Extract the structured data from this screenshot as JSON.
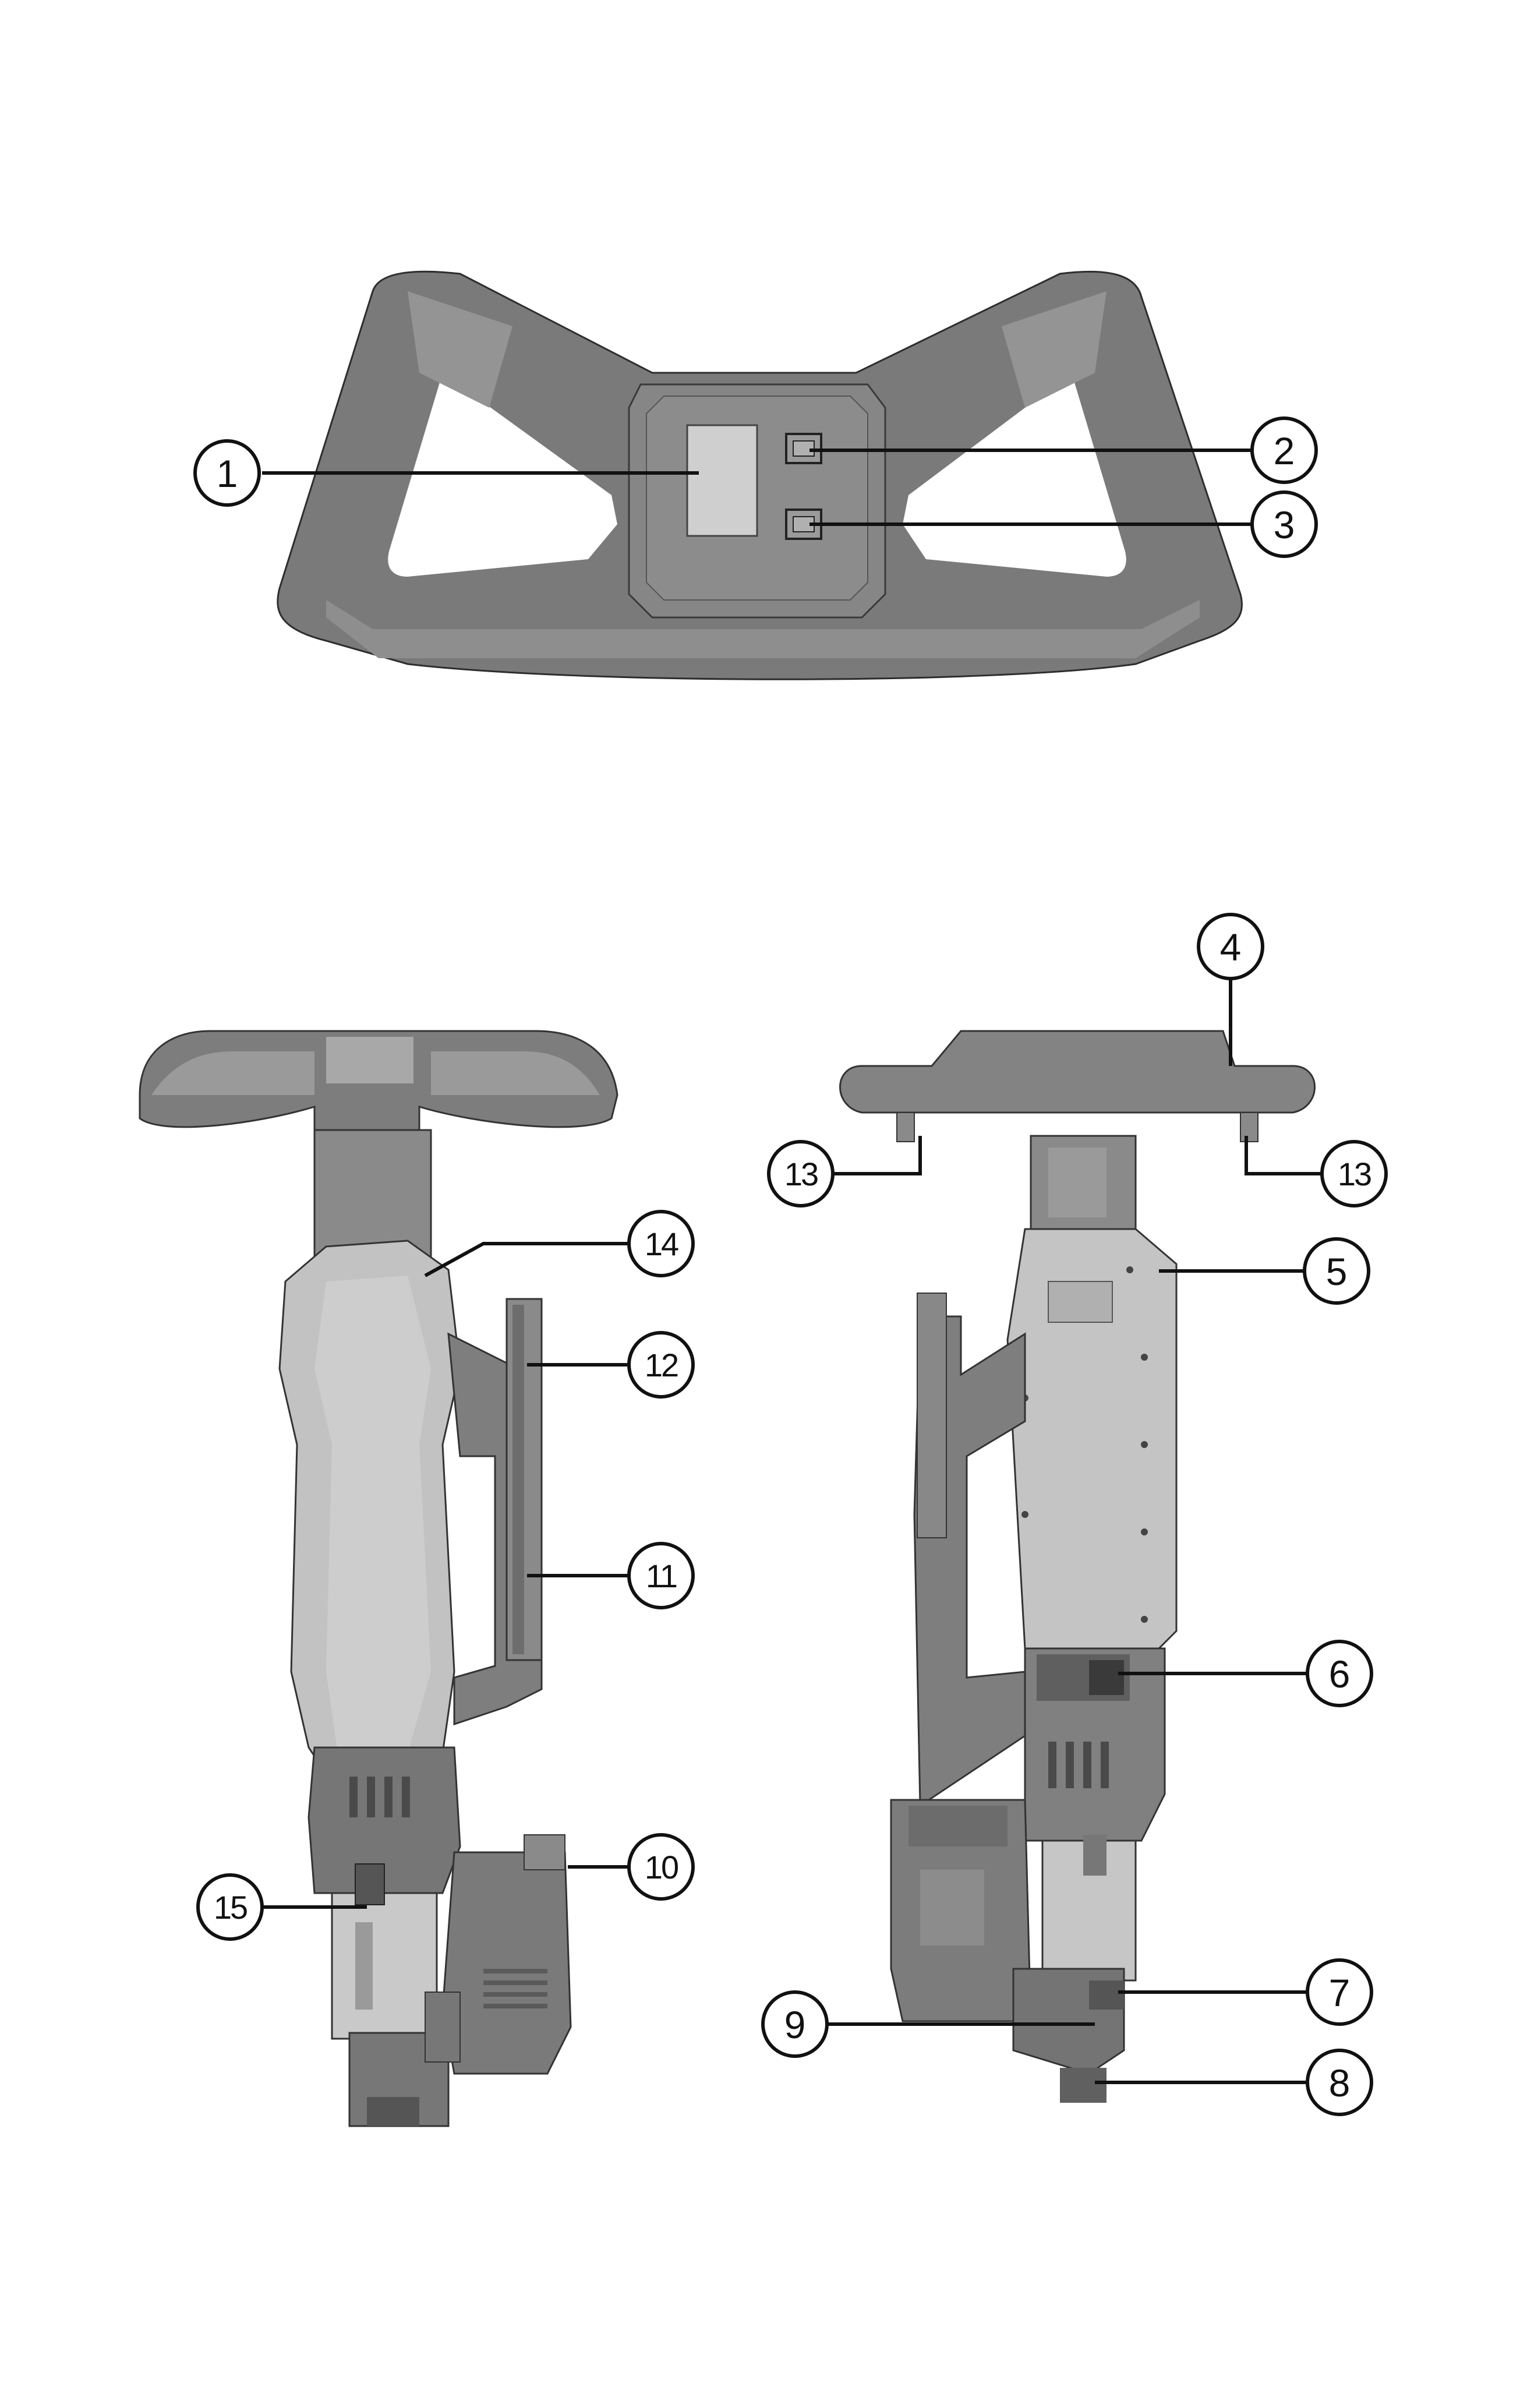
{
  "figure": {
    "views": [
      "top-view-handle",
      "front-view-tool",
      "side-view-tool"
    ]
  },
  "colors": {
    "line": "#111111",
    "body_dark": "#6f6f6f",
    "body_mid": "#8a8a8a",
    "body_light": "#b5b5b5",
    "body_lighter": "#c9c9c9"
  },
  "callouts": [
    {
      "id": "c1",
      "label": "1"
    },
    {
      "id": "c2",
      "label": "2"
    },
    {
      "id": "c3",
      "label": "3"
    },
    {
      "id": "c4",
      "label": "4"
    },
    {
      "id": "c5",
      "label": "5"
    },
    {
      "id": "c6",
      "label": "6"
    },
    {
      "id": "c7",
      "label": "7"
    },
    {
      "id": "c8",
      "label": "8"
    },
    {
      "id": "c9",
      "label": "9"
    },
    {
      "id": "c10",
      "label": "10"
    },
    {
      "id": "c11",
      "label": "11"
    },
    {
      "id": "c12",
      "label": "12"
    },
    {
      "id": "c13a",
      "label": "13"
    },
    {
      "id": "c13b",
      "label": "13"
    },
    {
      "id": "c14",
      "label": "14"
    },
    {
      "id": "c15",
      "label": "15"
    }
  ]
}
